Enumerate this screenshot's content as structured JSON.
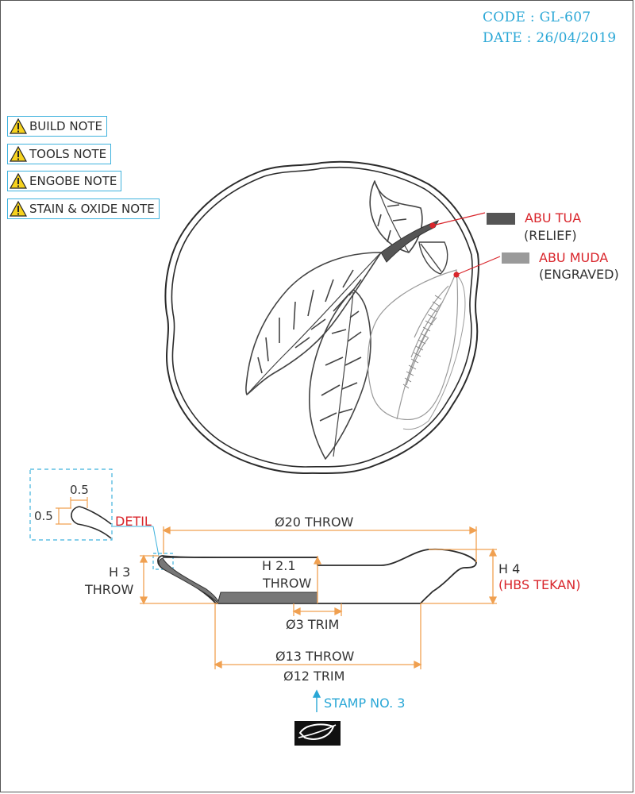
{
  "header": {
    "code": "CODE : GL-607",
    "date": "DATE : 26/04/2019"
  },
  "notes": [
    {
      "label": "BUILD NOTE",
      "icon": "warning-icon"
    },
    {
      "label": "TOOLS NOTE",
      "icon": "warning-icon"
    },
    {
      "label": "ENGOBE NOTE",
      "icon": "warning-icon"
    },
    {
      "label": "STAIN & OXIDE NOTE",
      "icon": "warning-icon"
    }
  ],
  "legend": {
    "abu_tua": {
      "name": "ABU TUA",
      "type": "(RELIEF)",
      "color": "#555555"
    },
    "abu_muda": {
      "name": "ABU MUDA",
      "type": "(ENGRAVED)",
      "color": "#9a9a9a"
    }
  },
  "detail": {
    "width": "0.5",
    "height": "0.5",
    "label": "DETIL"
  },
  "dimensions": {
    "diameter_throw": "Ø20 THROW",
    "height_throw_h": "H 3",
    "height_throw_t": "THROW",
    "inner_h": "H 2.1",
    "inner_t": "THROW",
    "h4": "H 4",
    "h4_note": "(HBS TEKAN)",
    "foot_trim": "Ø3 TRIM",
    "base_throw": "Ø13 THROW",
    "base_trim": "Ø12 TRIM"
  },
  "stamp": {
    "label": "STAMP NO. 3",
    "icon": "leaf-stamp-icon"
  },
  "colors": {
    "accent_blue": "#2aa7d6",
    "dimension_orange": "#f0a050",
    "leader_red": "#d9262c",
    "line_dark": "#2b2b2b"
  }
}
